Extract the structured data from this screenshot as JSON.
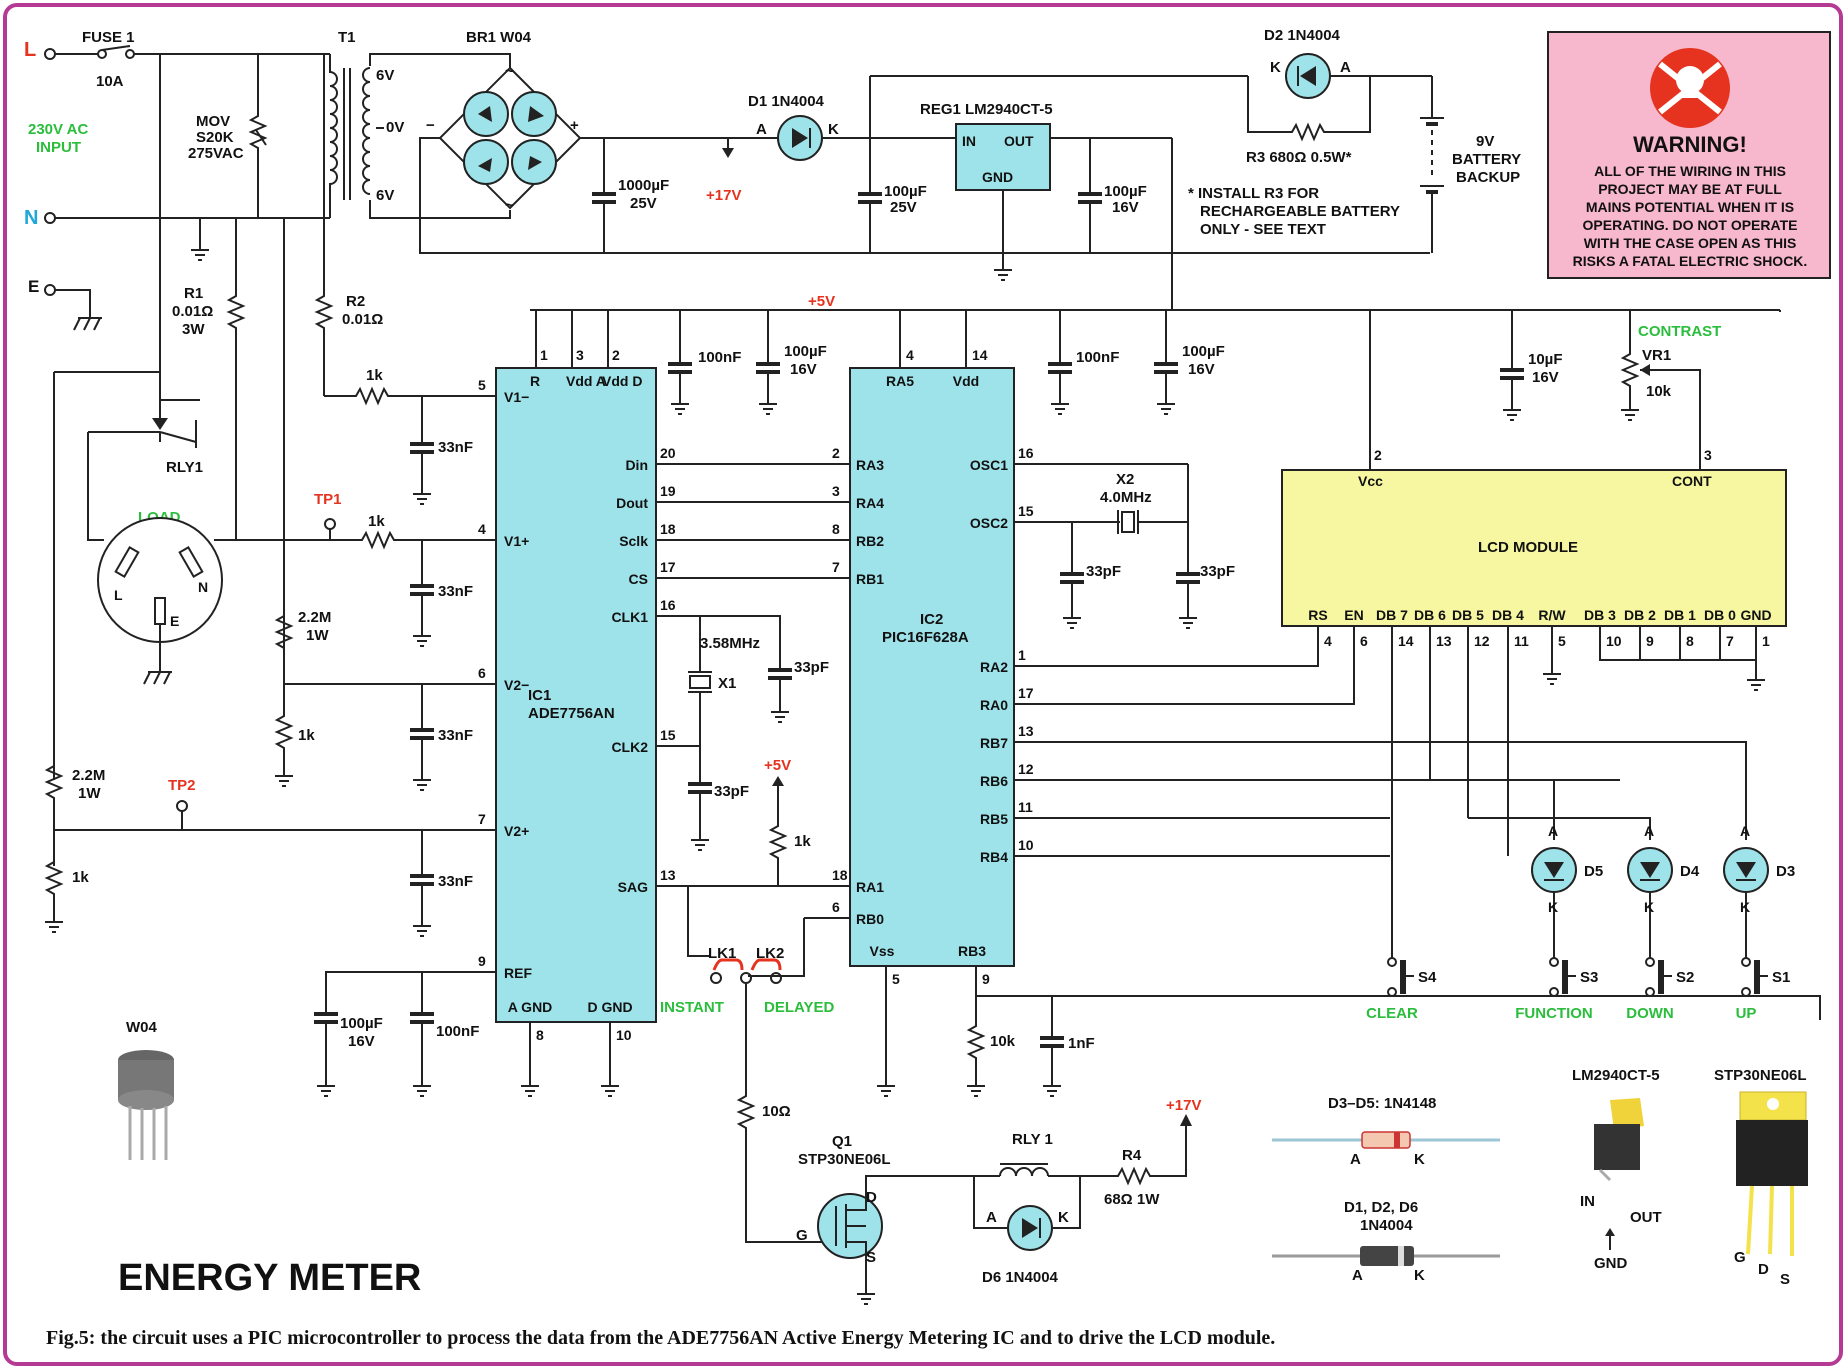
{
  "title": "ENERGY METER",
  "caption": "Fig.5: the circuit uses a PIC microcontroller to process the data from the ADE7756AN Active Energy Metering IC and to drive the LCD module.",
  "colors": {
    "border": "#b43a93",
    "ic": "#9fe3ea",
    "lcd": "#f6f7a0",
    "warning_bg": "#f7b7cc",
    "red": "#e5331f",
    "green": "#2bbd3c",
    "cyan": "#1ea7d8"
  },
  "mains": {
    "L": "L",
    "N": "N",
    "E": "E",
    "input_label_1": "230V AC",
    "input_label_2": "INPUT",
    "fuse": "FUSE 1",
    "fuse_val": "10A",
    "mov_1": "MOV",
    "mov_2": "S20K",
    "mov_3": "275VAC"
  },
  "transformer": {
    "name": "T1",
    "tap_top": "6V",
    "tap_mid": "0V",
    "tap_bot": "6V"
  },
  "bridge": {
    "name": "BR1  W04",
    "minus": "−",
    "plus": "+",
    "ac1": "~",
    "ac2": "~"
  },
  "supply": {
    "c1": "1000µF",
    "c1v": "25V",
    "v17": "+17V",
    "d1": "D1 1N4004",
    "d2": "D2 1N4004",
    "a": "A",
    "k": "K",
    "reg": "REG1 LM2940CT-5",
    "reg_in": "IN",
    "reg_out": "OUT",
    "reg_gnd": "GND",
    "c2": "100µF",
    "c2v": "25V",
    "c3": "100µF",
    "c3v": "16V",
    "r3": "R3 680Ω 0.5W*",
    "note_1": "* INSTALL R3 FOR",
    "note_2": "RECHARGEABLE BATTERY",
    "note_3": "ONLY - SEE TEXT",
    "battery_1": "9V",
    "battery_2": "BATTERY",
    "battery_3": "BACKUP",
    "v5": "+5V"
  },
  "warning": {
    "heading": "WARNING!",
    "lines": [
      "ALL OF THE WIRING IN THIS",
      "PROJECT MAY BE AT FULL",
      "MAINS POTENTIAL WHEN IT IS",
      "OPERATING. DO NOT OPERATE",
      "WITH THE CASE OPEN AS THIS",
      "RISKS A FATAL ELECTRIC SHOCK."
    ]
  },
  "sense": {
    "r1": "R1",
    "r1v": "0.01Ω",
    "r1w": "3W",
    "r2": "R2",
    "r2v": "0.01Ω",
    "rly1": "RLY1",
    "load": "LOAD",
    "tp1": "TP1",
    "tp2": "TP2",
    "r_1k": "1k",
    "c33n": "33nF",
    "r22m": "2.2M",
    "r22w": "1W",
    "c100u": "100µF",
    "c16v": "16V",
    "c100n": "100nF"
  },
  "ic1": {
    "name": "IC1",
    "part": "ADE7756AN",
    "pins_left": [
      {
        "n": "5",
        "l": "V1−"
      },
      {
        "n": "4",
        "l": "V1+"
      },
      {
        "n": "6",
        "l": "V2−"
      },
      {
        "n": "7",
        "l": "V2+"
      },
      {
        "n": "9",
        "l": "REF"
      }
    ],
    "pins_top": [
      {
        "n": "1",
        "l": "R"
      },
      {
        "n": "3",
        "l": "Vdd A"
      },
      {
        "n": "2",
        "l": "Vdd D"
      }
    ],
    "pins_right": [
      {
        "n": "20",
        "l": "Din"
      },
      {
        "n": "19",
        "l": "Dout"
      },
      {
        "n": "18",
        "l": "Sclk"
      },
      {
        "n": "17",
        "l": "CS"
      },
      {
        "n": "16",
        "l": "CLK1"
      },
      {
        "n": "15",
        "l": "CLK2"
      },
      {
        "n": "13",
        "l": "SAG"
      }
    ],
    "pins_bottom": [
      {
        "n": "8",
        "l": "A GND"
      },
      {
        "n": "10",
        "l": "D GND"
      }
    ],
    "x1": "X1",
    "x1f": "3.58MHz",
    "c33p": "33pF"
  },
  "ic2": {
    "name": "IC2",
    "part": "PIC16F628A",
    "pins_top": [
      {
        "n": "4",
        "l": "RA5"
      },
      {
        "n": "14",
        "l": "Vdd"
      }
    ],
    "pins_left": [
      {
        "n": "2",
        "l": "RA3"
      },
      {
        "n": "3",
        "l": "RA4"
      },
      {
        "n": "8",
        "l": "RB2"
      },
      {
        "n": "7",
        "l": "RB1"
      },
      {
        "n": "18",
        "l": "RA1"
      },
      {
        "n": "6",
        "l": "RB0"
      }
    ],
    "pins_right": [
      {
        "n": "16",
        "l": "OSC1"
      },
      {
        "n": "15",
        "l": "OSC2"
      },
      {
        "n": "1",
        "l": "RA2"
      },
      {
        "n": "17",
        "l": "RA0"
      },
      {
        "n": "13",
        "l": "RB7"
      },
      {
        "n": "12",
        "l": "RB6"
      },
      {
        "n": "11",
        "l": "RB5"
      },
      {
        "n": "10",
        "l": "RB4"
      }
    ],
    "pins_bottom": [
      {
        "n": "5",
        "l": "Vss"
      },
      {
        "n": "9",
        "l": "RB3"
      }
    ],
    "x2": "X2",
    "x2f": "4.0MHz"
  },
  "lcd": {
    "name": "LCD MODULE",
    "vcc": "Vcc",
    "cont": "CONT",
    "contrast": "CONTRAST",
    "vr1": "VR1",
    "vr1v": "10k",
    "c10u": "10µF",
    "c10v": "16V",
    "pins": [
      {
        "n": "4",
        "l": "RS"
      },
      {
        "n": "6",
        "l": "EN"
      },
      {
        "n": "14",
        "l": "DB 7"
      },
      {
        "n": "13",
        "l": "DB 6"
      },
      {
        "n": "12",
        "l": "DB 5"
      },
      {
        "n": "11",
        "l": "DB 4"
      },
      {
        "n": "5",
        "l": "R/W"
      },
      {
        "n": "10",
        "l": "DB 3"
      },
      {
        "n": "9",
        "l": "DB 2"
      },
      {
        "n": "8",
        "l": "DB 1"
      },
      {
        "n": "7",
        "l": "DB 0"
      },
      {
        "n": "1",
        "l": "GND"
      }
    ],
    "pin_vcc": "2",
    "pin_cont": "3"
  },
  "switches": [
    {
      "name": "S4",
      "label": "CLEAR"
    },
    {
      "name": "S3",
      "label": "FUNCTION"
    },
    {
      "name": "S2",
      "label": "DOWN"
    },
    {
      "name": "S1",
      "label": "UP"
    }
  ],
  "leds": [
    "D5",
    "D4",
    "D3"
  ],
  "links": {
    "lk1": "LK1",
    "lk2": "LK2",
    "instant": "INSTANT",
    "delayed": "DELAYED"
  },
  "drive": {
    "r10": "10Ω",
    "q1": "Q1",
    "q1p": "STP30NE06L",
    "g": "G",
    "d": "D",
    "s": "S",
    "rly": "RLY 1",
    "r4": "R4",
    "r4v": "68Ω 1W",
    "d6": "D6 1N4004",
    "r10k": "10k",
    "c1n": "1nF"
  },
  "legend": {
    "w04": "W04",
    "d3d5": "D3–D5: 1N4148",
    "d1d2d6_1": "D1, D2, D6",
    "d1d2d6_2": "1N4004",
    "lm": "LM2940CT-5",
    "stp": "STP30NE06L",
    "in": "IN",
    "out": "OUT",
    "gnd": "GND"
  }
}
